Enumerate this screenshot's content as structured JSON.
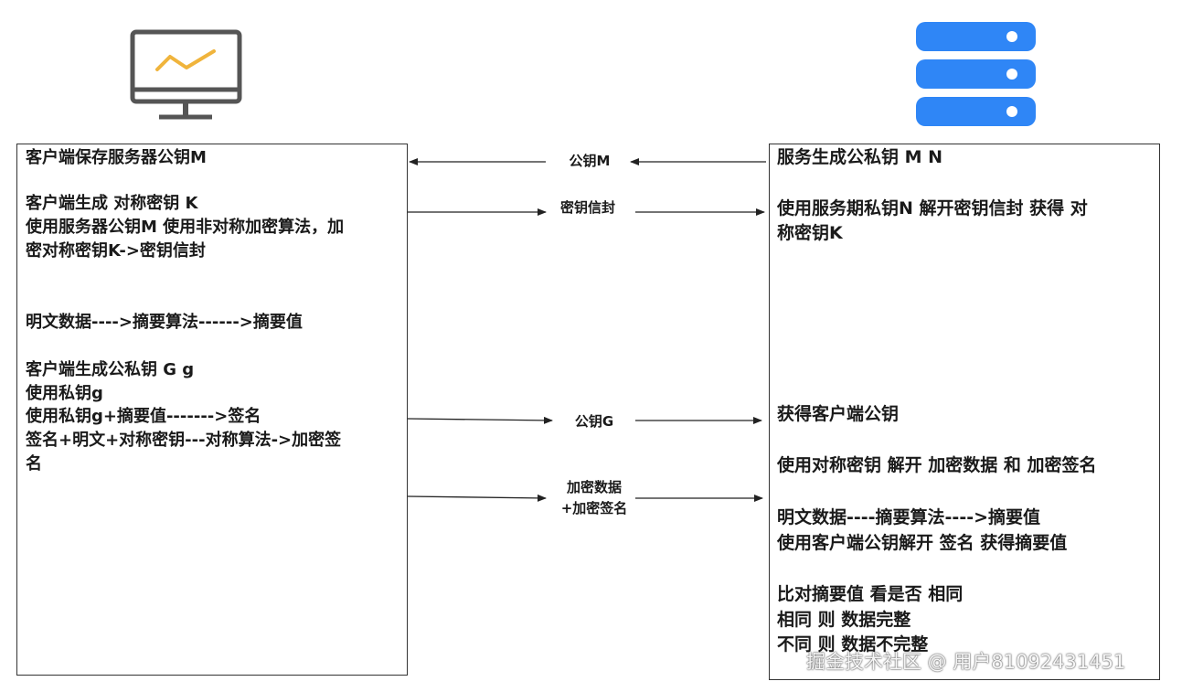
{
  "client": {
    "icon": "monitor-icon",
    "lines": [
      "客户端保存服务器公钥M",
      "客户端生成 对称密钥 K",
      "使用服务器公钥M 使用非对称加密算法，加",
      "密对称密钥K->密钥信封",
      "明文数据---->摘要算法------>摘要值",
      "客户端生成公私钥 G g",
      "使用私钥g",
      "使用私钥g+摘要值------->签名",
      "签名+明文+对称密钥---对称算法->加密签",
      "名"
    ]
  },
  "server": {
    "icon": "server-icon",
    "icon_color": "#2f86f6",
    "lines": [
      "服务生成公私钥 M N",
      "使用服务期私钥N 解开密钥信封 获得 对",
      "称密钥K",
      "获得客户端公钥",
      "使用对称密钥 解开 加密数据 和 加密签名",
      "明文数据----摘要算法---->摘要值",
      "使用客户端公钥解开 签名 获得摘要值",
      "比对摘要值 看是否 相同",
      "相同 则 数据完整",
      "不同 则 数据不完整"
    ]
  },
  "arrows": {
    "public_key_m": "公钥M",
    "key_envelope": "密钥信封",
    "public_key_g": "公钥G",
    "encrypted_data_line1": "加密数据",
    "encrypted_data_line2": "+加密签名"
  },
  "colors": {
    "monitor_frame": "#555555",
    "monitor_chart": "#f0b43c"
  },
  "watermark": "掘金技术社区 @ 用户81092431451"
}
